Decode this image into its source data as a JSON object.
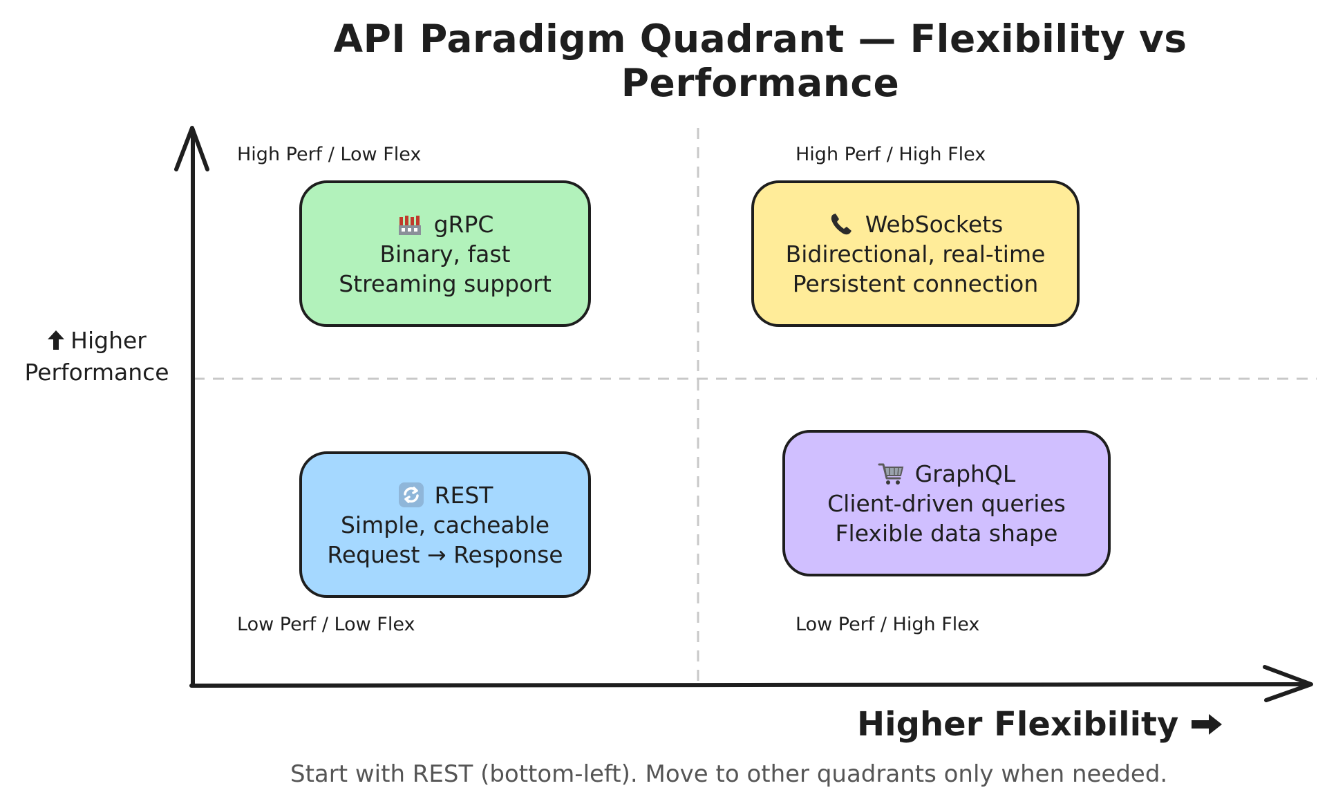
{
  "title": "API Paradigm Quadrant — Flexibility vs Performance",
  "axes": {
    "y_label_line1": "Higher",
    "y_label_line2": "Performance",
    "x_label": "Higher Flexibility"
  },
  "quadrant_labels": {
    "top_left": "High Perf / Low Flex",
    "top_right": "High Perf / High Flex",
    "bottom_left": "Low Perf / Low Flex",
    "bottom_right": "Low Perf / High Flex"
  },
  "boxes": {
    "grpc": {
      "icon": "factory-icon",
      "name": "gRPC",
      "line1": "Binary, fast",
      "line2": "Streaming support",
      "color": "#b2f2bb"
    },
    "websockets": {
      "icon": "telephone-icon",
      "name": "WebSockets",
      "line1": "Bidirectional, real-time",
      "line2": "Persistent connection",
      "color": "#ffec99"
    },
    "rest": {
      "icon": "refresh-icon",
      "name": "REST",
      "line1": "Simple, cacheable",
      "line2": "Request → Response",
      "color": "#a5d8ff"
    },
    "graphql": {
      "icon": "shopping-cart-icon",
      "name": "GraphQL",
      "line1": "Client-driven queries",
      "line2": "Flexible data shape",
      "color": "#d0bfff"
    }
  },
  "footnote": "Start with REST (bottom-left). Move to other quadrants only when needed.",
  "colors": {
    "stroke": "#1e1e1e",
    "divider": "#c8c8c8",
    "footnote": "#555555"
  }
}
